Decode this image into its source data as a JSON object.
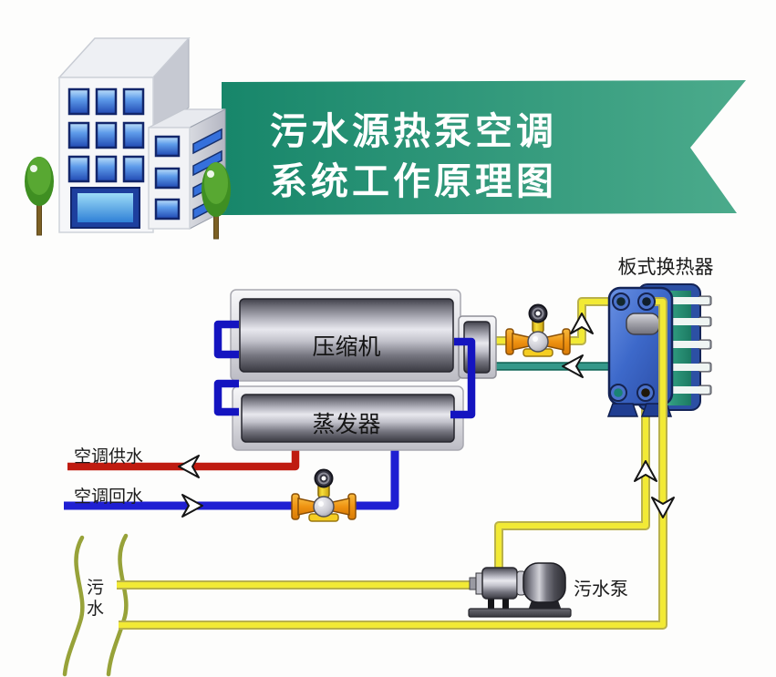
{
  "banner": {
    "title_line1": "污水源热泵空调",
    "title_line2": "系统工作原理图",
    "color_dark": "#17866a",
    "color_light": "#4cab8c"
  },
  "components": {
    "compressor": "压缩机",
    "evaporator": "蒸发器",
    "plate_heat_exchanger": "板式换热器",
    "sewage_pump": "污水泵",
    "sewage_source": "污水"
  },
  "pipes": {
    "ac_supply": {
      "label": "空调供水",
      "color": "#bf1b10"
    },
    "ac_return": {
      "label": "空调回水",
      "color": "#1f1fd2"
    },
    "sewage_loop_color": "#f2ea35",
    "heat_exchanger_return_color": "#35988a",
    "refrigerant_bracket_color": "#1414c0"
  },
  "scene": {
    "background": "#fdfdfc",
    "building": "office-building-with-trees",
    "arrow_style": "white-chevron-black-outline"
  }
}
